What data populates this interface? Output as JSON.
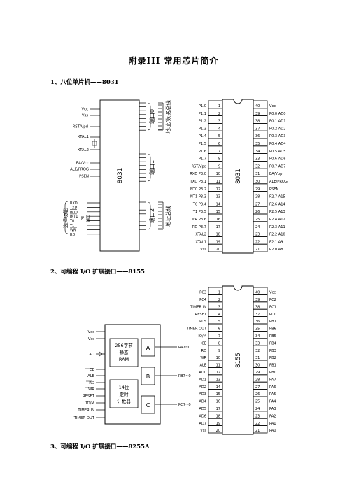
{
  "page_title": "附录III    常用芯片简介",
  "sections": [
    {
      "heading": "1、八位单片机——8031"
    },
    {
      "heading": "2、可编程 I/O 扩展接口——8155"
    },
    {
      "heading": "3、可编程 I/O 扩展接口——8255A"
    }
  ],
  "chip8031": {
    "name": "8031",
    "logic": {
      "left_top": [
        "Vcc",
        "Vss",
        "RST/Vpd"
      ],
      "xtal": [
        "XTAL1",
        "XTAL2"
      ],
      "left_mid": [
        "EA/Vcc",
        "ALE/PROG",
        "PSEN"
      ],
      "left_bottom": [
        "RXD",
        "TXD",
        "INT0",
        "INT1",
        "T0",
        "T1",
        "WR",
        "RD"
      ],
      "side_label": "选择功能",
      "port0": "端口0",
      "port0_bus": "地址/数据总线",
      "port1": "端口1",
      "port2": "端口2",
      "port2_bus": "地址总线"
    },
    "pins_left": [
      "P1.0",
      "P1.1",
      "P1.2",
      "P1.3",
      "P1.4",
      "P1.5",
      "P1.6",
      "P1.7",
      "RST/Vpd",
      "RXD P3.0",
      "TXD P3.1",
      "INT0 P3.2",
      "INT1 P3.3",
      "T0 P3.4",
      "T1 P3.5",
      "WR P3.6",
      "RD P3.7",
      "XTAL2",
      "XTAL1",
      "Vss"
    ],
    "pins_right": [
      "Vcc",
      "P0.0 AD0",
      "P0.1 AD1",
      "P0.2 AD2",
      "P0.3 AD3",
      "P0.4 AD4",
      "P0.5 AD5",
      "P0.6 AD6",
      "P0.7 AD7",
      "EA/Vpp",
      "ALE/PROG",
      "PSEN",
      "P2.7 A15",
      "P2.6 A14",
      "P2.5 A13",
      "P2.4 A12",
      "P2.3 A11",
      "P2.2 A10",
      "P2.1 A9",
      "P2.0 A8"
    ]
  },
  "chip8155": {
    "name": "8155",
    "block": {
      "inputs": [
        "Vcc",
        "Vss",
        "AD",
        "CE",
        "ALE",
        "RD",
        "WR",
        "RESET",
        "IO/M",
        "TIMER IN",
        "TIMER OUT"
      ],
      "ram_label": [
        "256字节",
        "静态",
        "RAM"
      ],
      "timer_label": [
        "14位",
        "定时",
        "计数器"
      ],
      "ports": [
        "A",
        "B",
        "C"
      ],
      "port_signals": [
        "PA7~0",
        "PB7~0",
        "PC7~0"
      ]
    },
    "pins_left": [
      "PC3",
      "PC4",
      "TIMER IN",
      "RESET",
      "PC5",
      "TIMER OUT",
      "IO/M",
      "CE",
      "RD",
      "WR",
      "ALE",
      "AD0",
      "AD1",
      "AD2",
      "AD3",
      "AD4",
      "AD5",
      "AD6",
      "AD7",
      "Vss"
    ],
    "pins_right": [
      "Vcc",
      "PC2",
      "PC1",
      "PC0",
      "PB7",
      "PB6",
      "PB5",
      "PB4",
      "PB3",
      "PB2",
      "PB1",
      "PB0",
      "PA7",
      "PA6",
      "PA5",
      "PA4",
      "PA3",
      "PA2",
      "PA1",
      "PA0"
    ]
  }
}
